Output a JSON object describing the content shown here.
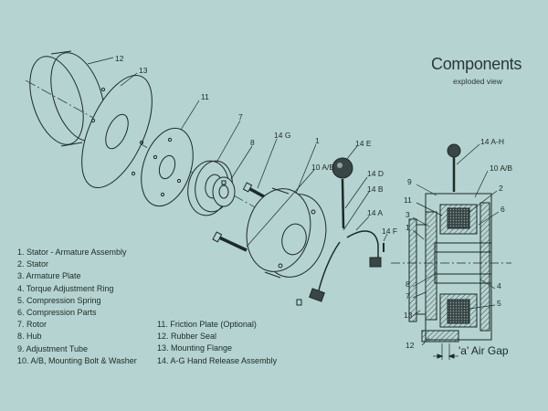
{
  "header": {
    "title": "Components",
    "subtitle": "exploded view"
  },
  "legend_left": [
    "1. Stator - Armature Assembly",
    "2. Stator",
    "3. Armature Plate",
    "4. Torque Adjustment Ring",
    "5. Compression Spring",
    "6. Compression Parts",
    "7. Rotor",
    "8. Hub",
    "9. Adjustment Tube",
    "10. A/B, Mounting Bolt & Washer"
  ],
  "legend_right": [
    "11. Friction Plate (Optional)",
    "12. Rubber Seal",
    "13. Mounting Flange",
    "14. A-G Hand Release Assembly"
  ],
  "exploded_labels": {
    "l12": "12",
    "l13": "13",
    "l11": "11",
    "l7": "7",
    "l8": "8",
    "l14g": "14 G",
    "l1": "1",
    "l10ab": "10 A/B",
    "l14e": "14 E",
    "l14d": "14 D",
    "l14b": "14 B",
    "l14a": "14 A",
    "l14f": "14 F"
  },
  "section_labels": {
    "s14ah": "14 A-H",
    "s10ab": "10 A/B",
    "s9": "9",
    "s2": "2",
    "s11": "11",
    "s6": "6",
    "s3": "3",
    "s1": "1",
    "s8": "8",
    "s4": "4",
    "s7": "7",
    "s5": "5",
    "s13": "13",
    "s12": "12",
    "air_gap": "'a' Air Gap"
  },
  "colors": {
    "background": "#b5d3d0",
    "line": "#1c2a2a",
    "coil": "#3a4646"
  }
}
